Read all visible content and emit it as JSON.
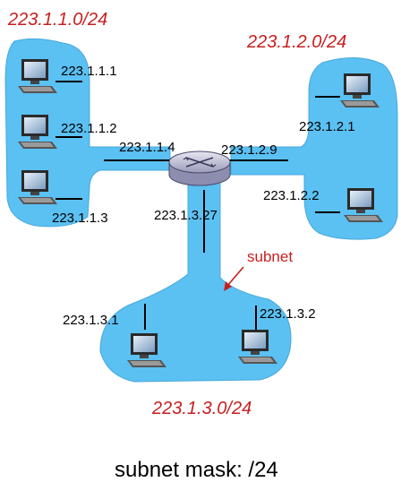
{
  "subnets": {
    "s1": "223.1.1.0/24",
    "s2": "223.1.2.0/24",
    "s3": "223.1.3.0/24"
  },
  "hosts": {
    "h1": "223.1.1.1",
    "h2": "223.1.1.2",
    "h3": "223.1.1.3",
    "h4": "223.1.2.1",
    "h5": "223.1.2.2",
    "h6": "223.1.3.1",
    "h7": "223.1.3.2"
  },
  "router": {
    "if1": "223.1.1.4",
    "if2": "223.1.2.9",
    "if3": "223.1.3.27"
  },
  "annotation": "subnet",
  "caption": "subnet mask: /24",
  "colors": {
    "subnet_fill": "#5bc0f2",
    "label_red": "#c81e1e"
  }
}
